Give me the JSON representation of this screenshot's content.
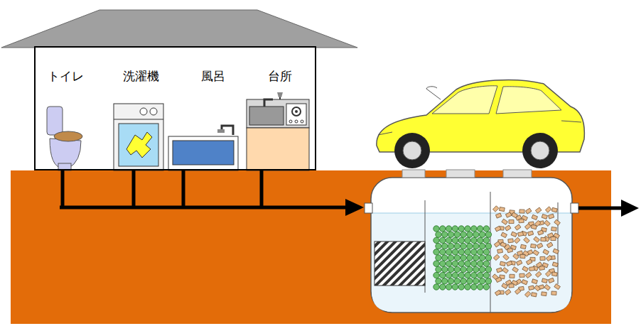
{
  "diagram": {
    "nodes": [
      {
        "text": [
          "トイレ",
          "洗濯機",
          "風呂",
          "台所"
        ]
      }
    ]
  }
}
